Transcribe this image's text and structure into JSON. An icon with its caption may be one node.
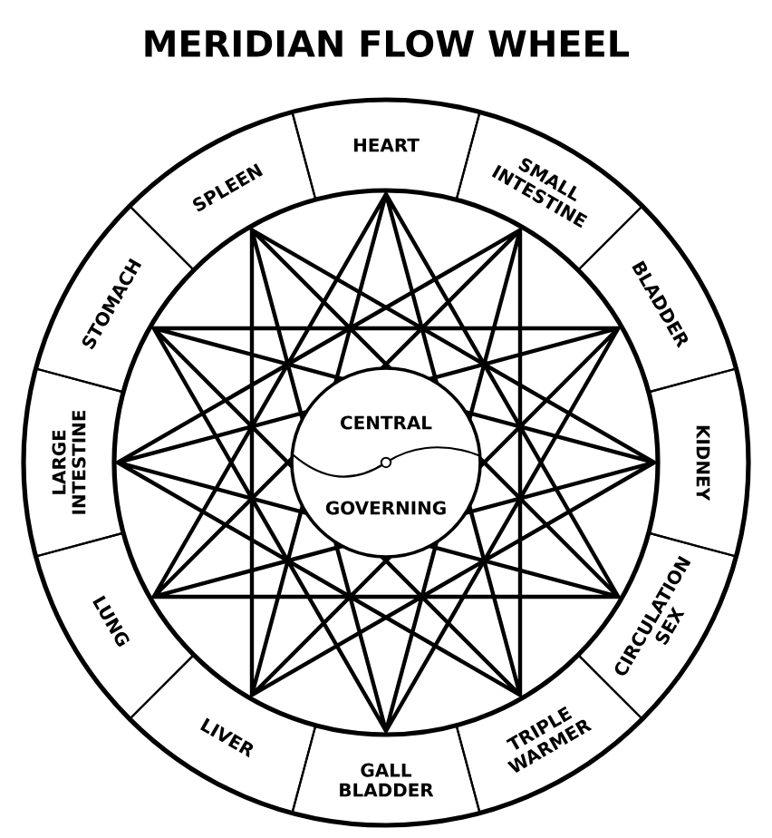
{
  "diagram": {
    "title": "MERIDIAN FLOW WHEEL",
    "nodes": [
      {
        "text": [
          "HEART"
        ]
      },
      {
        "text": [
          "SMALL INTESTINE"
        ]
      },
      {
        "text": [
          "BLADDER"
        ]
      },
      {
        "text": [
          "KIDNEY"
        ]
      },
      {
        "text": [
          "CIRCULATION SEX"
        ]
      },
      {
        "text": [
          "TRIPLE WARMER"
        ]
      },
      {
        "text": [
          "GALL BLADDER"
        ]
      },
      {
        "text": [
          "LIVER"
        ]
      },
      {
        "text": [
          "LUNG"
        ]
      },
      {
        "text": [
          "LARGE INTESTINE"
        ]
      },
      {
        "text": [
          "STOMACH"
        ]
      },
      {
        "text": [
          "SPLEEN"
        ]
      },
      {
        "text": [
          "CENTRAL",
          "GOVERNING"
        ]
      }
    ]
  }
}
